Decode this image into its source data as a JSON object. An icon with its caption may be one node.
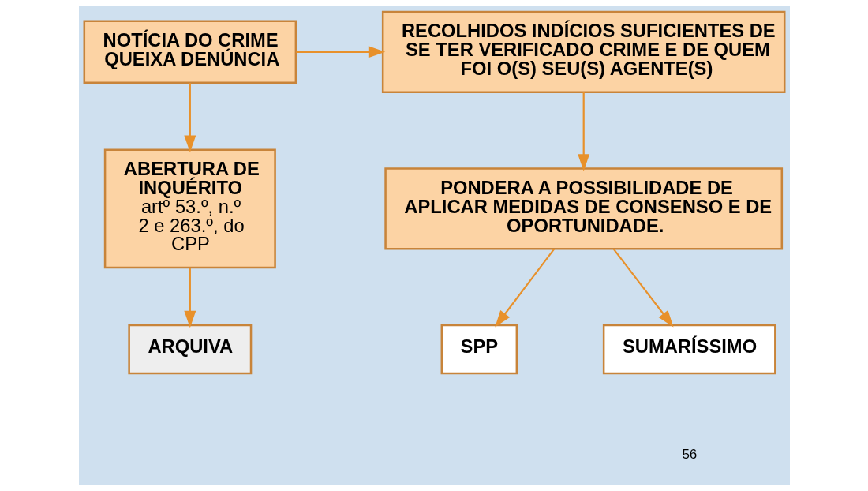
{
  "diagram": {
    "nodes": [
      {
        "text": [
          "NOTÍCIA DO CRIME QUEIXA DENÚNCIA"
        ]
      },
      {
        "text": [
          "RECOLHIDOS INDÍCIOS SUFICIENTES DE SE TER VERIFICADO CRIME E DE QUEM FOI O(S) SEU(S) AGENTE(S)"
        ]
      },
      {
        "text": [
          "ABERTURA DE INQUÉRITO",
          "artº 53.º, n.º 2 e 263.º, do CPP"
        ]
      },
      {
        "text": [
          "PONDERA A POSSIBILIDADE DE APLICAR MEDIDAS DE CONSENSO E DE OPORTUNIDADE."
        ]
      },
      {
        "text": [
          "ARQUIVA"
        ]
      },
      {
        "text": [
          "SPP"
        ]
      },
      {
        "text": [
          "SUMARÍSSIMO"
        ]
      }
    ],
    "edges": [
      {
        "from": 0,
        "to": 1,
        "arrow": "to"
      },
      {
        "from": 0,
        "to": 2,
        "arrow": "to"
      },
      {
        "from": 1,
        "to": 3,
        "arrow": "to"
      },
      {
        "from": 2,
        "to": 4,
        "arrow": "to"
      },
      {
        "from": 3,
        "to": 5,
        "arrow": "to"
      },
      {
        "from": 3,
        "to": 6,
        "arrow": "to"
      }
    ],
    "labels": [
      "56"
    ]
  }
}
